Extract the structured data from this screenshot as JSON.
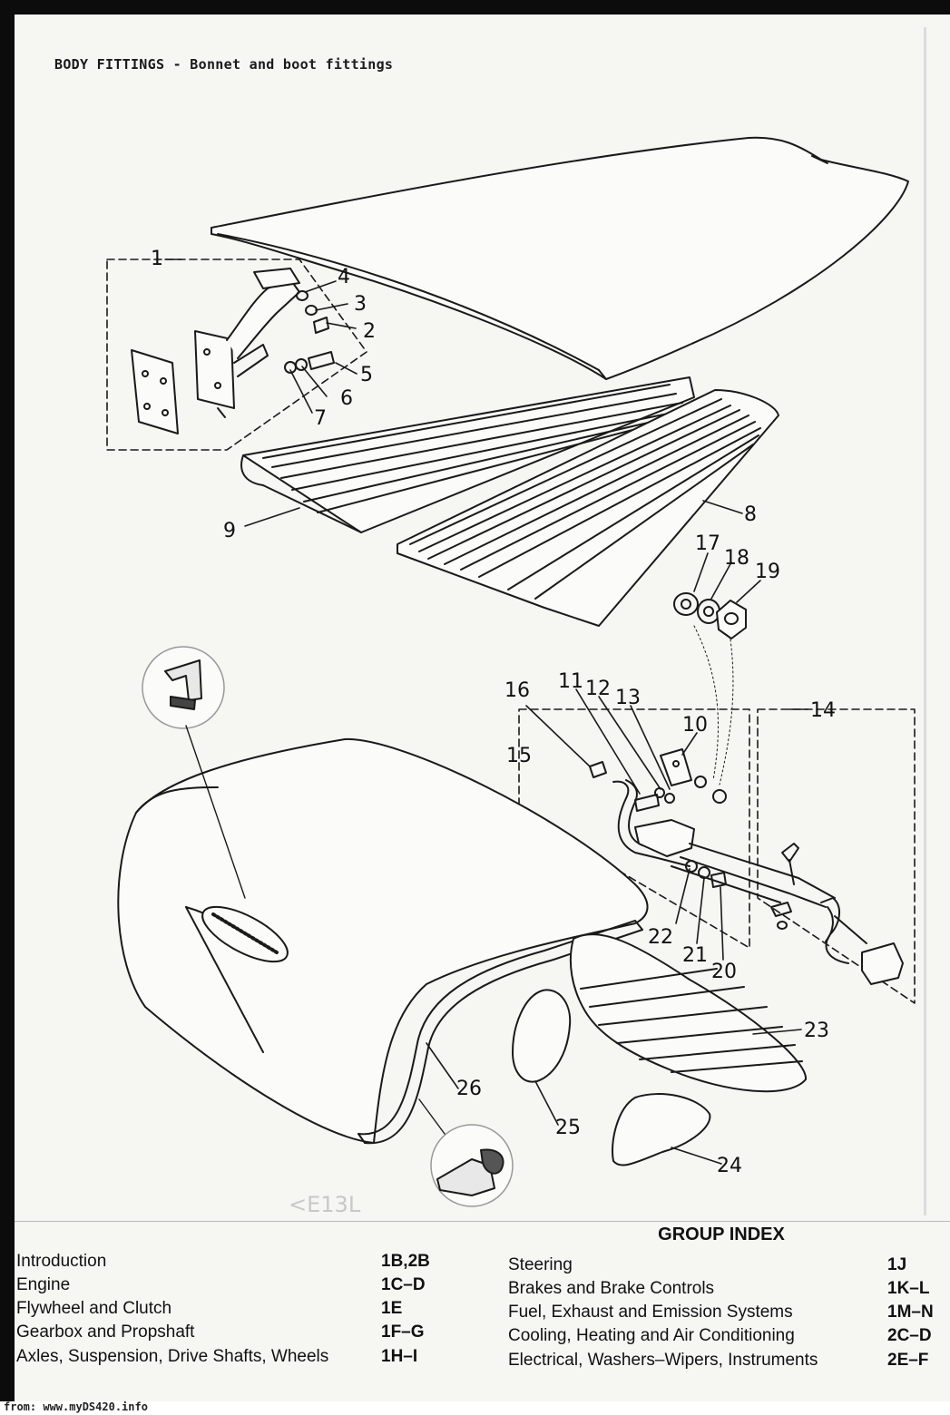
{
  "title": "BODY FITTINGS - Bonnet and boot fittings",
  "callouts": [
    "1",
    "2",
    "3",
    "4",
    "5",
    "6",
    "7",
    "8",
    "9",
    "10",
    "11",
    "12",
    "13",
    "14",
    "15",
    "16",
    "17",
    "18",
    "19",
    "20",
    "21",
    "22",
    "23",
    "24",
    "25",
    "26"
  ],
  "faint_mark": "<E13L",
  "group_index": {
    "heading": "GROUP INDEX",
    "left": [
      {
        "label": "Introduction",
        "code": "1B,2B"
      },
      {
        "label": "Engine",
        "code": "1C–D"
      },
      {
        "label": "Flywheel and Clutch",
        "code": "1E"
      },
      {
        "label": "Gearbox and Propshaft",
        "code": "1F–G"
      },
      {
        "label": "Axles, Suspension, Drive Shafts, Wheels",
        "code": "1H–I"
      }
    ],
    "right": [
      {
        "label": "Steering",
        "code": "1J"
      },
      {
        "label": "Brakes and Brake Controls",
        "code": "1K–L"
      },
      {
        "label": "Fuel, Exhaust and Emission Systems",
        "code": "1M–N"
      },
      {
        "label": "Cooling, Heating and Air Conditioning",
        "code": "2C–D"
      },
      {
        "label": "Electrical, Washers–Wipers, Instruments",
        "code": "2E–F"
      }
    ]
  },
  "footer": "from: www.myDS420.info"
}
